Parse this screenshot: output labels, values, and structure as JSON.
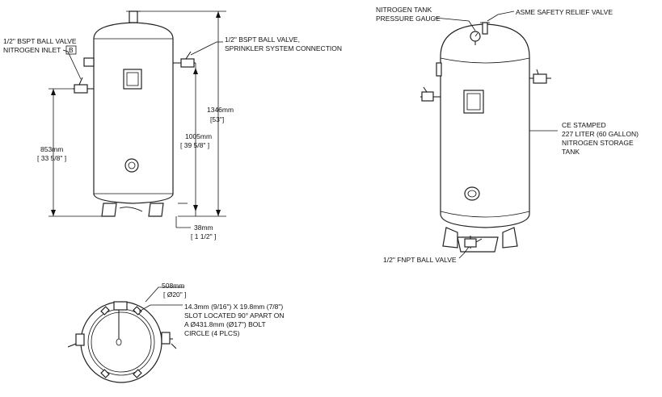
{
  "front_view": {
    "left_callout": {
      "line1": "1/2\" BSPT BALL VALVE",
      "line2": "NITROGEN INLET",
      "badge": "B"
    },
    "right_callout": {
      "line1": "1/2\" BSPT BALL VALVE,",
      "line2": "SPRINKLER SYSTEM CONNECTION"
    },
    "dims": {
      "total_height": {
        "mm": "1346mm",
        "in": "[53\"]"
      },
      "outlet_height": {
        "mm": "1005mm",
        "in": "[ 39 5/8\" ]"
      },
      "inlet_height": {
        "mm": "853mm",
        "in": "[ 33 5/8\" ]"
      },
      "leg_height": {
        "mm": "38mm",
        "in": "[ 1 1/2\" ]"
      }
    }
  },
  "iso_view": {
    "gauge_label": {
      "line1": "NITROGEN TANK",
      "line2": "PRESSURE GAUGE"
    },
    "relief_label": "ASME SAFETY RELIEF VALVE",
    "tank_label": {
      "line1": "CE STAMPED",
      "line2": "227 LITER (60 GALLON)",
      "line3": "NITROGEN STORAGE",
      "line4": "TANK"
    },
    "drain_label": "1/2\" FNPT BALL VALVE"
  },
  "top_view": {
    "diameter": {
      "mm": "508mm",
      "in": "[ Ø20\" ]"
    },
    "slot_note": {
      "line1": "14.3mm (9/16\") X 19.8mm (7/8\")",
      "line2": "SLOT LOCATED 90° APART ON",
      "line3": "A Ø431.8mm (Ø17\") BOLT",
      "line4": "CIRCLE (4 PLCS)"
    }
  }
}
